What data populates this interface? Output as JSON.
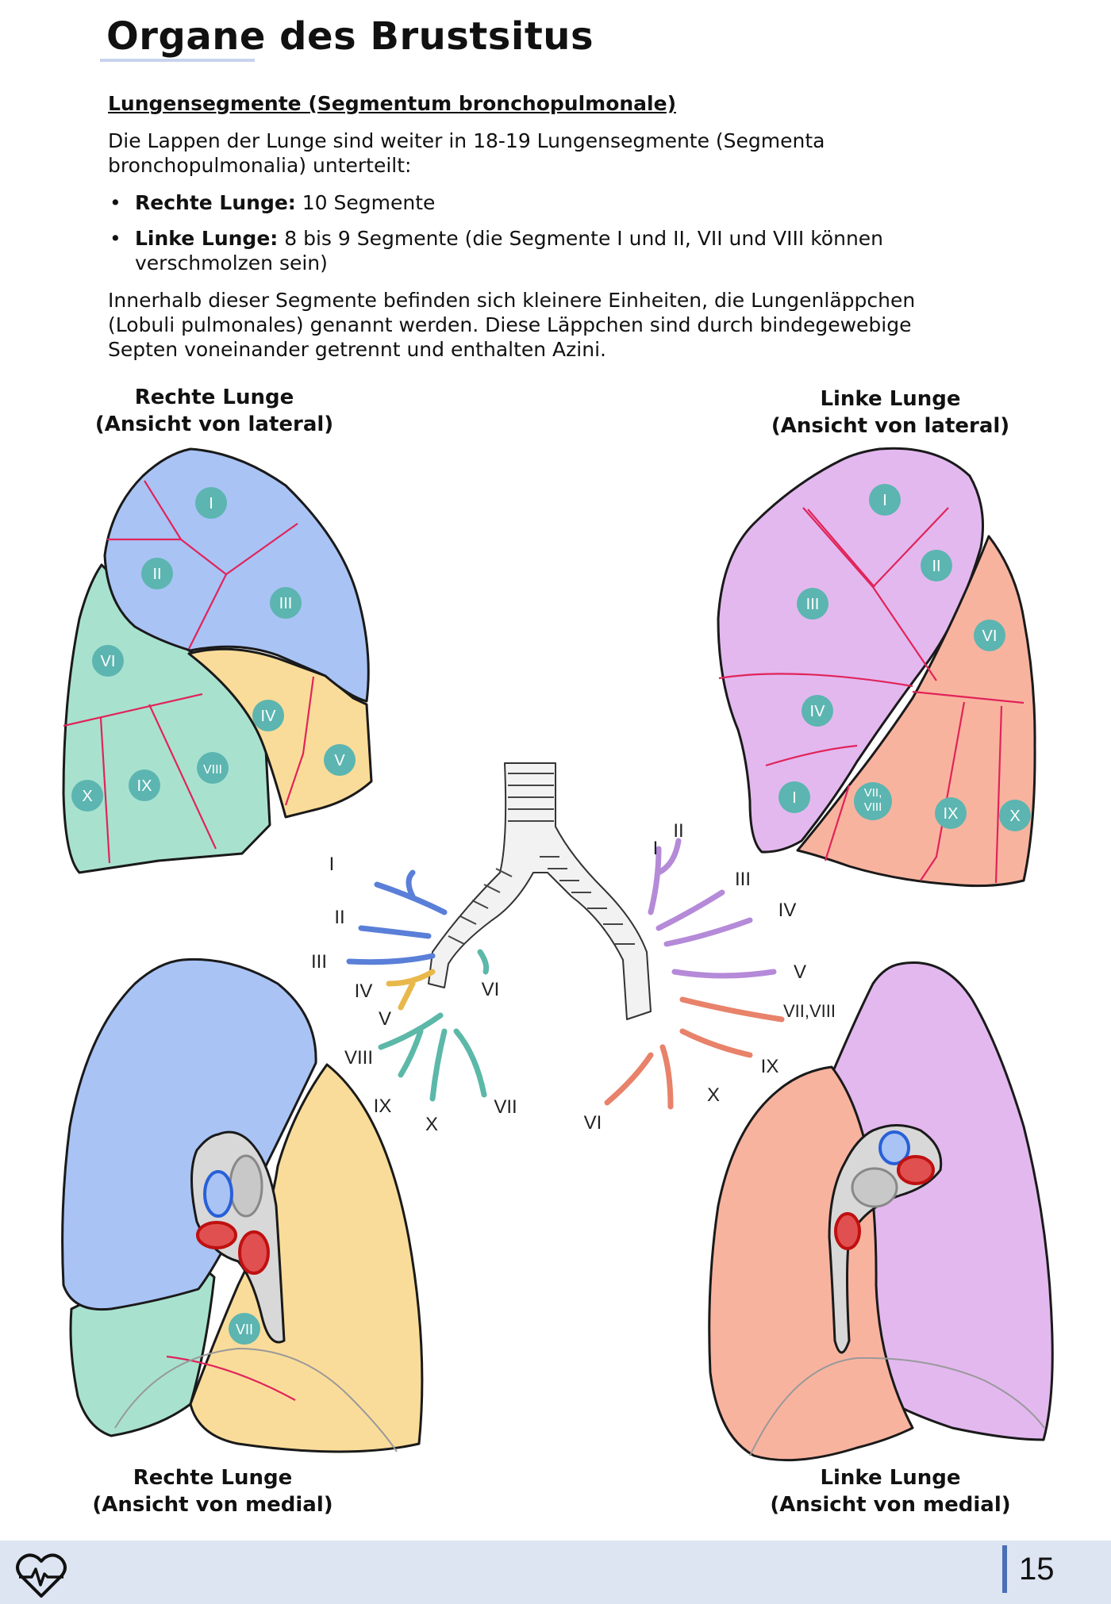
{
  "page": {
    "title": "Organe des Brustsitus",
    "section_heading": "Lungensegmente (Segmentum bronchopulmonale)",
    "intro": "Die Lappen der Lunge sind weiter in 18-19 Lungensegmente (Segmenta bronchopulmonalia) unterteilt:",
    "bullets": [
      {
        "label": "Rechte Lunge:",
        "text": " 10 Segmente"
      },
      {
        "label": "Linke Lunge:",
        "text": " 8 bis 9 Segmente (die Segmente I und II, VII und VIII können verschmolzen sein)"
      }
    ],
    "outro": "Innerhalb dieser Segmente befinden sich kleinere Einheiten, die Lungenläppchen (Lobuli pulmonales) genannt werden. Diese Läppchen sind durch bindegewebige Septen voneinander getrennt und enthalten Azini."
  },
  "captions": {
    "right_lateral": {
      "line1": "Rechte Lunge",
      "line2": "(Ansicht von lateral)"
    },
    "left_lateral": {
      "line1": "Linke Lunge",
      "line2": "(Ansicht von lateral)"
    },
    "right_medial": {
      "line1": "Rechte Lunge",
      "line2": "(Ansicht von medial)"
    },
    "left_medial": {
      "line1": "Linke Lunge",
      "line2": "(Ansicht von medial)"
    }
  },
  "segments": {
    "right_lateral": [
      "I",
      "II",
      "III",
      "IV",
      "V",
      "VI",
      "VIII",
      "IX",
      "X"
    ],
    "left_lateral": [
      "I",
      "II",
      "III",
      "IV",
      "VI",
      "VII,",
      "VIII",
      "IX",
      "X"
    ],
    "right_medial": [
      "VII"
    ],
    "bronchi_right": [
      "I",
      "II",
      "III",
      "IV",
      "V",
      "VI",
      "VIII",
      "IX",
      "X",
      "VII"
    ],
    "bronchi_left": [
      "I",
      "II",
      "III",
      "IV",
      "V",
      "VII,VIII",
      "IX",
      "X",
      "VI"
    ]
  },
  "colors": {
    "upper_right": "#a9c3f5",
    "middle_right": "#fadc9a",
    "lower_right": "#a8e2cf",
    "upper_left": "#e3b8ef",
    "lower_left": "#f8b39f",
    "badge": "#5cb5b0",
    "septum": "#e0245a",
    "footer_bg": "#dde5f3"
  },
  "footer": {
    "page_number": "15",
    "icon": "heartbeat-icon"
  }
}
